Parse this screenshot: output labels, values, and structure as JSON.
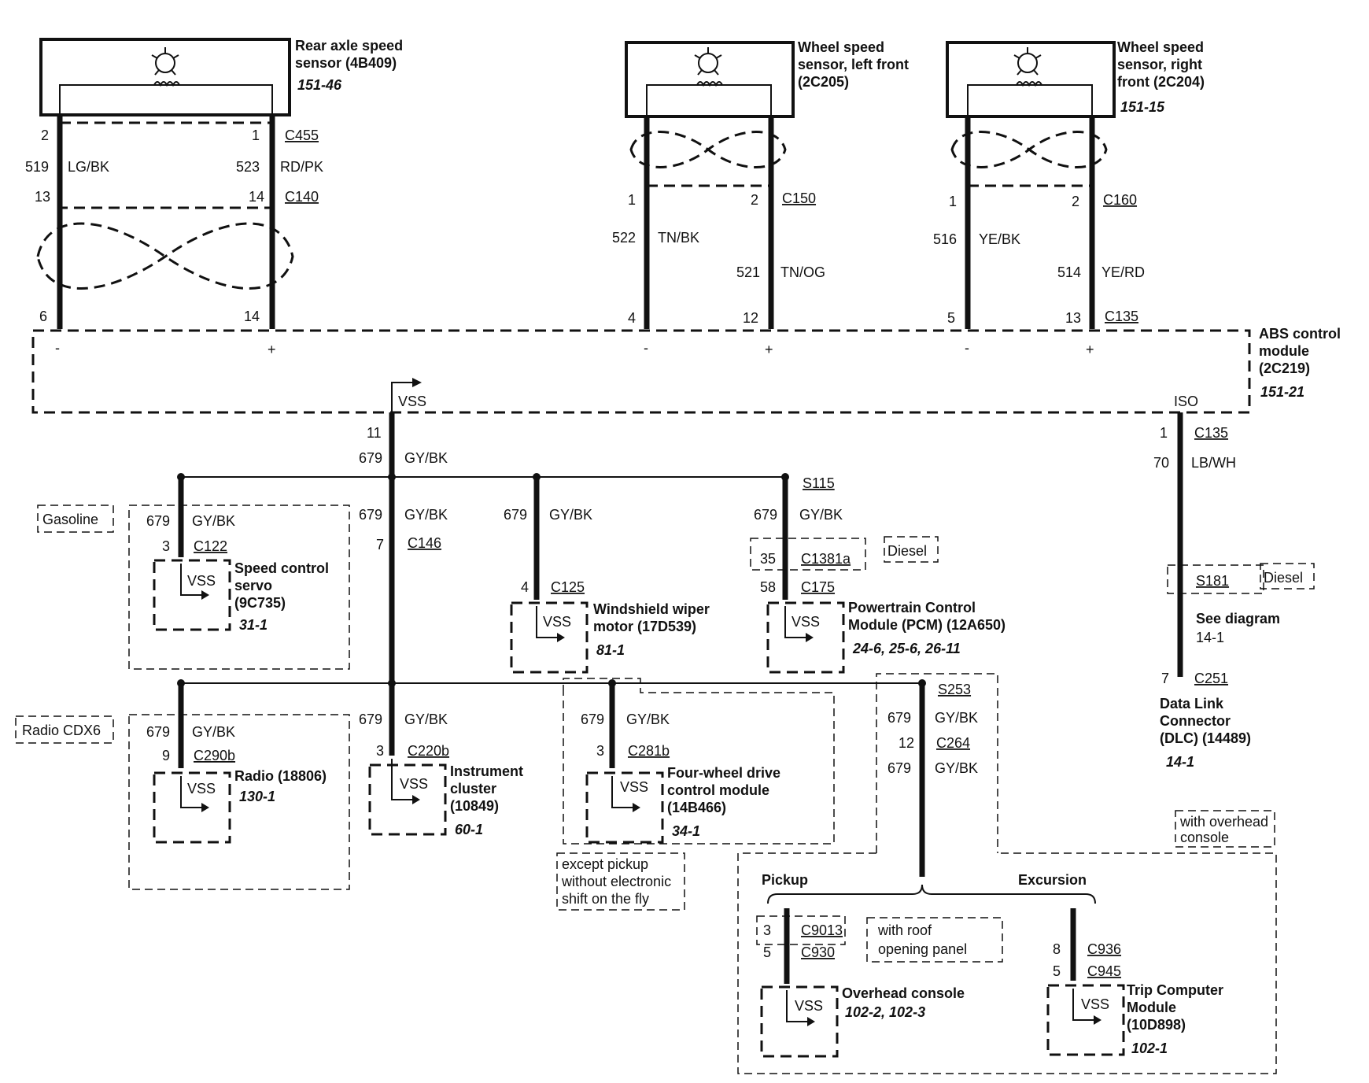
{
  "sensors": {
    "rear": {
      "name_l1": "Rear axle speed",
      "name_l2": "sensor (4B409)",
      "ref": "151-46"
    },
    "left_front": {
      "name_l1": "Wheel speed",
      "name_l2": "sensor, left front",
      "name_l3": "(2C205)",
      "ref": ""
    },
    "right_front": {
      "name_l1": "Wheel speed",
      "name_l2": "sensor, right",
      "name_l3": "front (2C204)",
      "ref": "151-15"
    }
  },
  "rear_wires": {
    "pin_top_left": "2",
    "pin_top_right": "1",
    "conn_top": "C455",
    "circ_left": "519",
    "color_left": "LG/BK",
    "circ_right": "523",
    "color_right": "RD/PK",
    "pin_mid_left": "13",
    "pin_mid_right": "14",
    "conn_mid": "C140",
    "pin_bot_left": "6",
    "pin_bot_right": "14"
  },
  "lf_wires": {
    "pin_a": "1",
    "pin_b": "2",
    "conn": "C150",
    "circ_a": "522",
    "color_a": "TN/BK",
    "circ_b": "521",
    "color_b": "TN/OG",
    "pin_c": "4",
    "pin_d": "12"
  },
  "rf_wires": {
    "pin_a": "1",
    "pin_b": "2",
    "conn": "C160",
    "circ_a": "516",
    "color_a": "YE/BK",
    "circ_b": "514",
    "color_b": "YE/RD",
    "pin_c": "5",
    "pin_d": "13",
    "conn_abs": "C135"
  },
  "abs": {
    "name_l1": "ABS control",
    "name_l2": "module",
    "name_l3": "(2C219)",
    "ref": "151-21",
    "minus": "-",
    "plus": "+",
    "vss": "VSS",
    "iso": "ISO"
  },
  "vss_trunk": {
    "pin": "11",
    "circ": "679",
    "color": "GY/BK"
  },
  "iso_line": {
    "pin": "1",
    "conn": "C135",
    "circ": "70",
    "color": "LB/WH",
    "splice": "S181",
    "diesel": "Diesel",
    "see_l1": "See diagram",
    "see_l2": "14-1",
    "dlc_pin": "7",
    "dlc_conn": "C251",
    "dlc_l1": "Data Link",
    "dlc_l2": "Connector",
    "dlc_l3": "(DLC) (14489)",
    "dlc_ref": "14-1"
  },
  "speed_control": {
    "tag": "Gasoline",
    "circ": "679",
    "color": "GY/BK",
    "pin": "3",
    "conn": "C122",
    "vss": "VSS",
    "name_l1": "Speed control",
    "name_l2": "servo",
    "name_l3": "(9C735)",
    "ref": "31-1"
  },
  "c146_branch": {
    "circ": "679",
    "color": "GY/BK",
    "pin": "7",
    "conn": "C146"
  },
  "wiper": {
    "circ": "679",
    "color": "GY/BK",
    "pin": "4",
    "conn": "C125",
    "vss": "VSS",
    "name_l1": "Windshield wiper",
    "name_l2": "motor (17D539)",
    "ref": "81-1"
  },
  "pcm": {
    "splice": "S115",
    "circ": "679",
    "color": "GY/BK",
    "pin_d": "35",
    "conn_d": "C1381a",
    "diesel": "Diesel",
    "pin": "58",
    "conn": "C175",
    "vss": "VSS",
    "name_l1": "Powertrain Control",
    "name_l2": "Module (PCM) (12A650)",
    "ref": "24-6, 25-6, 26-11"
  },
  "radio": {
    "tag": "Radio CDX6",
    "circ": "679",
    "color": "GY/BK",
    "pin": "9",
    "conn": "C290b",
    "vss": "VSS",
    "name": "Radio (18806)",
    "ref": "130-1"
  },
  "cluster": {
    "circ": "679",
    "color": "GY/BK",
    "pin": "3",
    "conn": "C220b",
    "vss": "VSS",
    "name_l1": "Instrument",
    "name_l2": "cluster",
    "name_l3": "(10849)",
    "ref": "60-1"
  },
  "fwd": {
    "circ": "679",
    "color": "GY/BK",
    "pin": "3",
    "conn": "C281b",
    "vss": "VSS",
    "name_l1": "Four-wheel drive",
    "name_l2": "control module",
    "name_l3": "(14B466)",
    "ref": "34-1",
    "note_l1": "except pickup",
    "note_l2": "without electronic",
    "note_l3": "shift on the fly"
  },
  "overhead": {
    "splice": "S253",
    "circ1": "679",
    "color1": "GY/BK",
    "pin": "12",
    "conn": "C264",
    "circ2": "679",
    "color2": "GY/BK",
    "tag_l1": "with overhead",
    "tag_l2": "console",
    "pickup": "Pickup",
    "excursion": "Excursion",
    "p_pin1": "3",
    "p_conn1": "C9013",
    "p_pin2": "5",
    "p_conn2": "C930",
    "roof_l1": "with roof",
    "roof_l2": "opening panel",
    "oc_vss": "VSS",
    "oc_name": "Overhead console",
    "oc_ref": "102-2, 102-3",
    "e_pin1": "8",
    "e_conn1": "C936",
    "e_pin2": "5",
    "e_conn2": "C945",
    "tc_vss": "VSS",
    "tc_name_l1": "Trip Computer",
    "tc_name_l2": "Module",
    "tc_name_l3": "(10D898)",
    "tc_ref": "102-1"
  }
}
